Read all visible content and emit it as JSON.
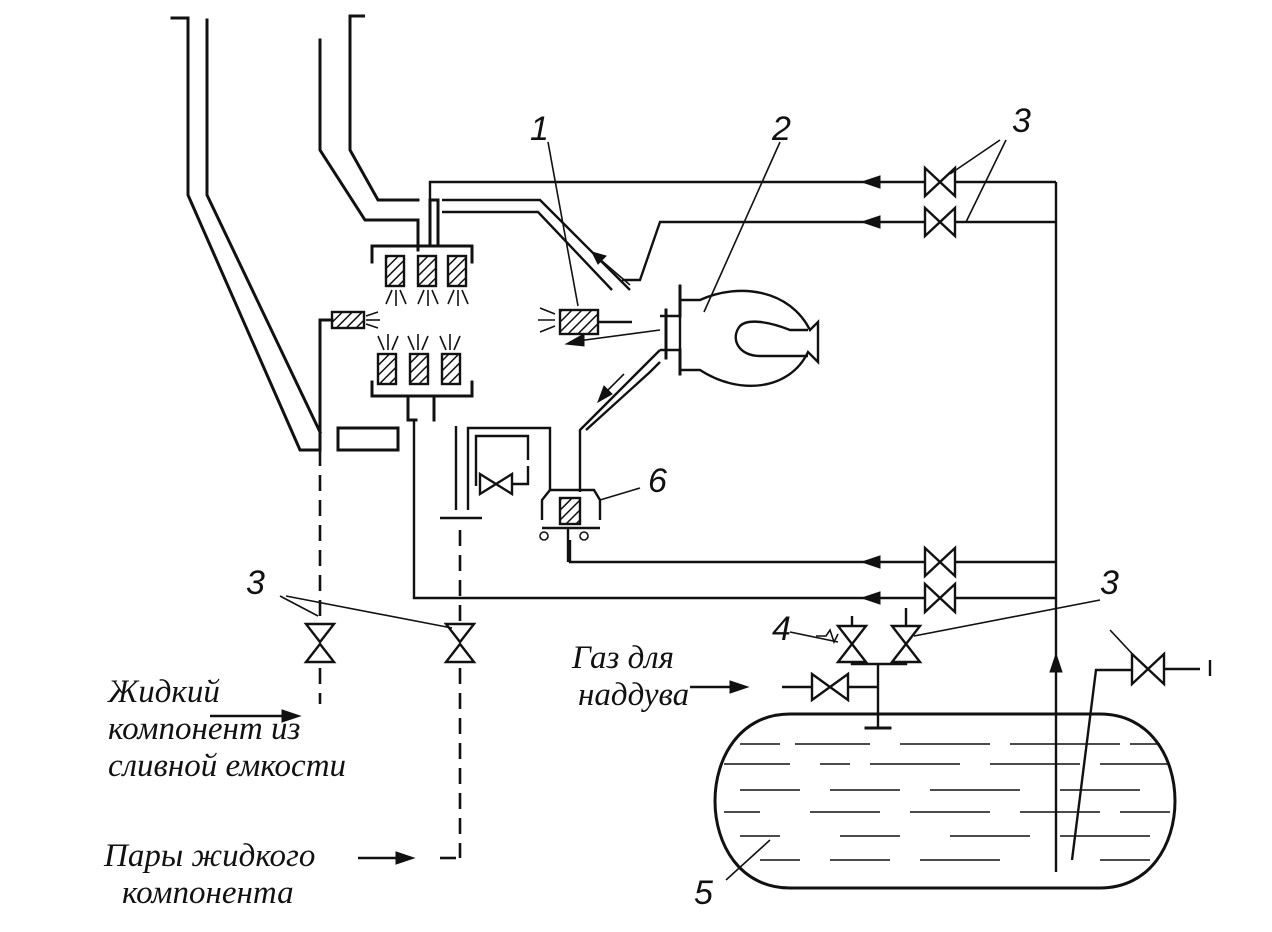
{
  "callouts": {
    "n1": "1",
    "n2": "2",
    "n3_top": "3",
    "n3_left": "3",
    "n3_right": "3",
    "n4": "4",
    "n5": "5",
    "n6": "6"
  },
  "captions": {
    "liquid_line1": "Жидкий",
    "liquid_line2": "компонент из",
    "liquid_line3": "сливной емкости",
    "gas_line1": "Газ для",
    "gas_line2": "наддува",
    "vapor_line1": "Пары жидкого",
    "vapor_line2": "компонента"
  }
}
